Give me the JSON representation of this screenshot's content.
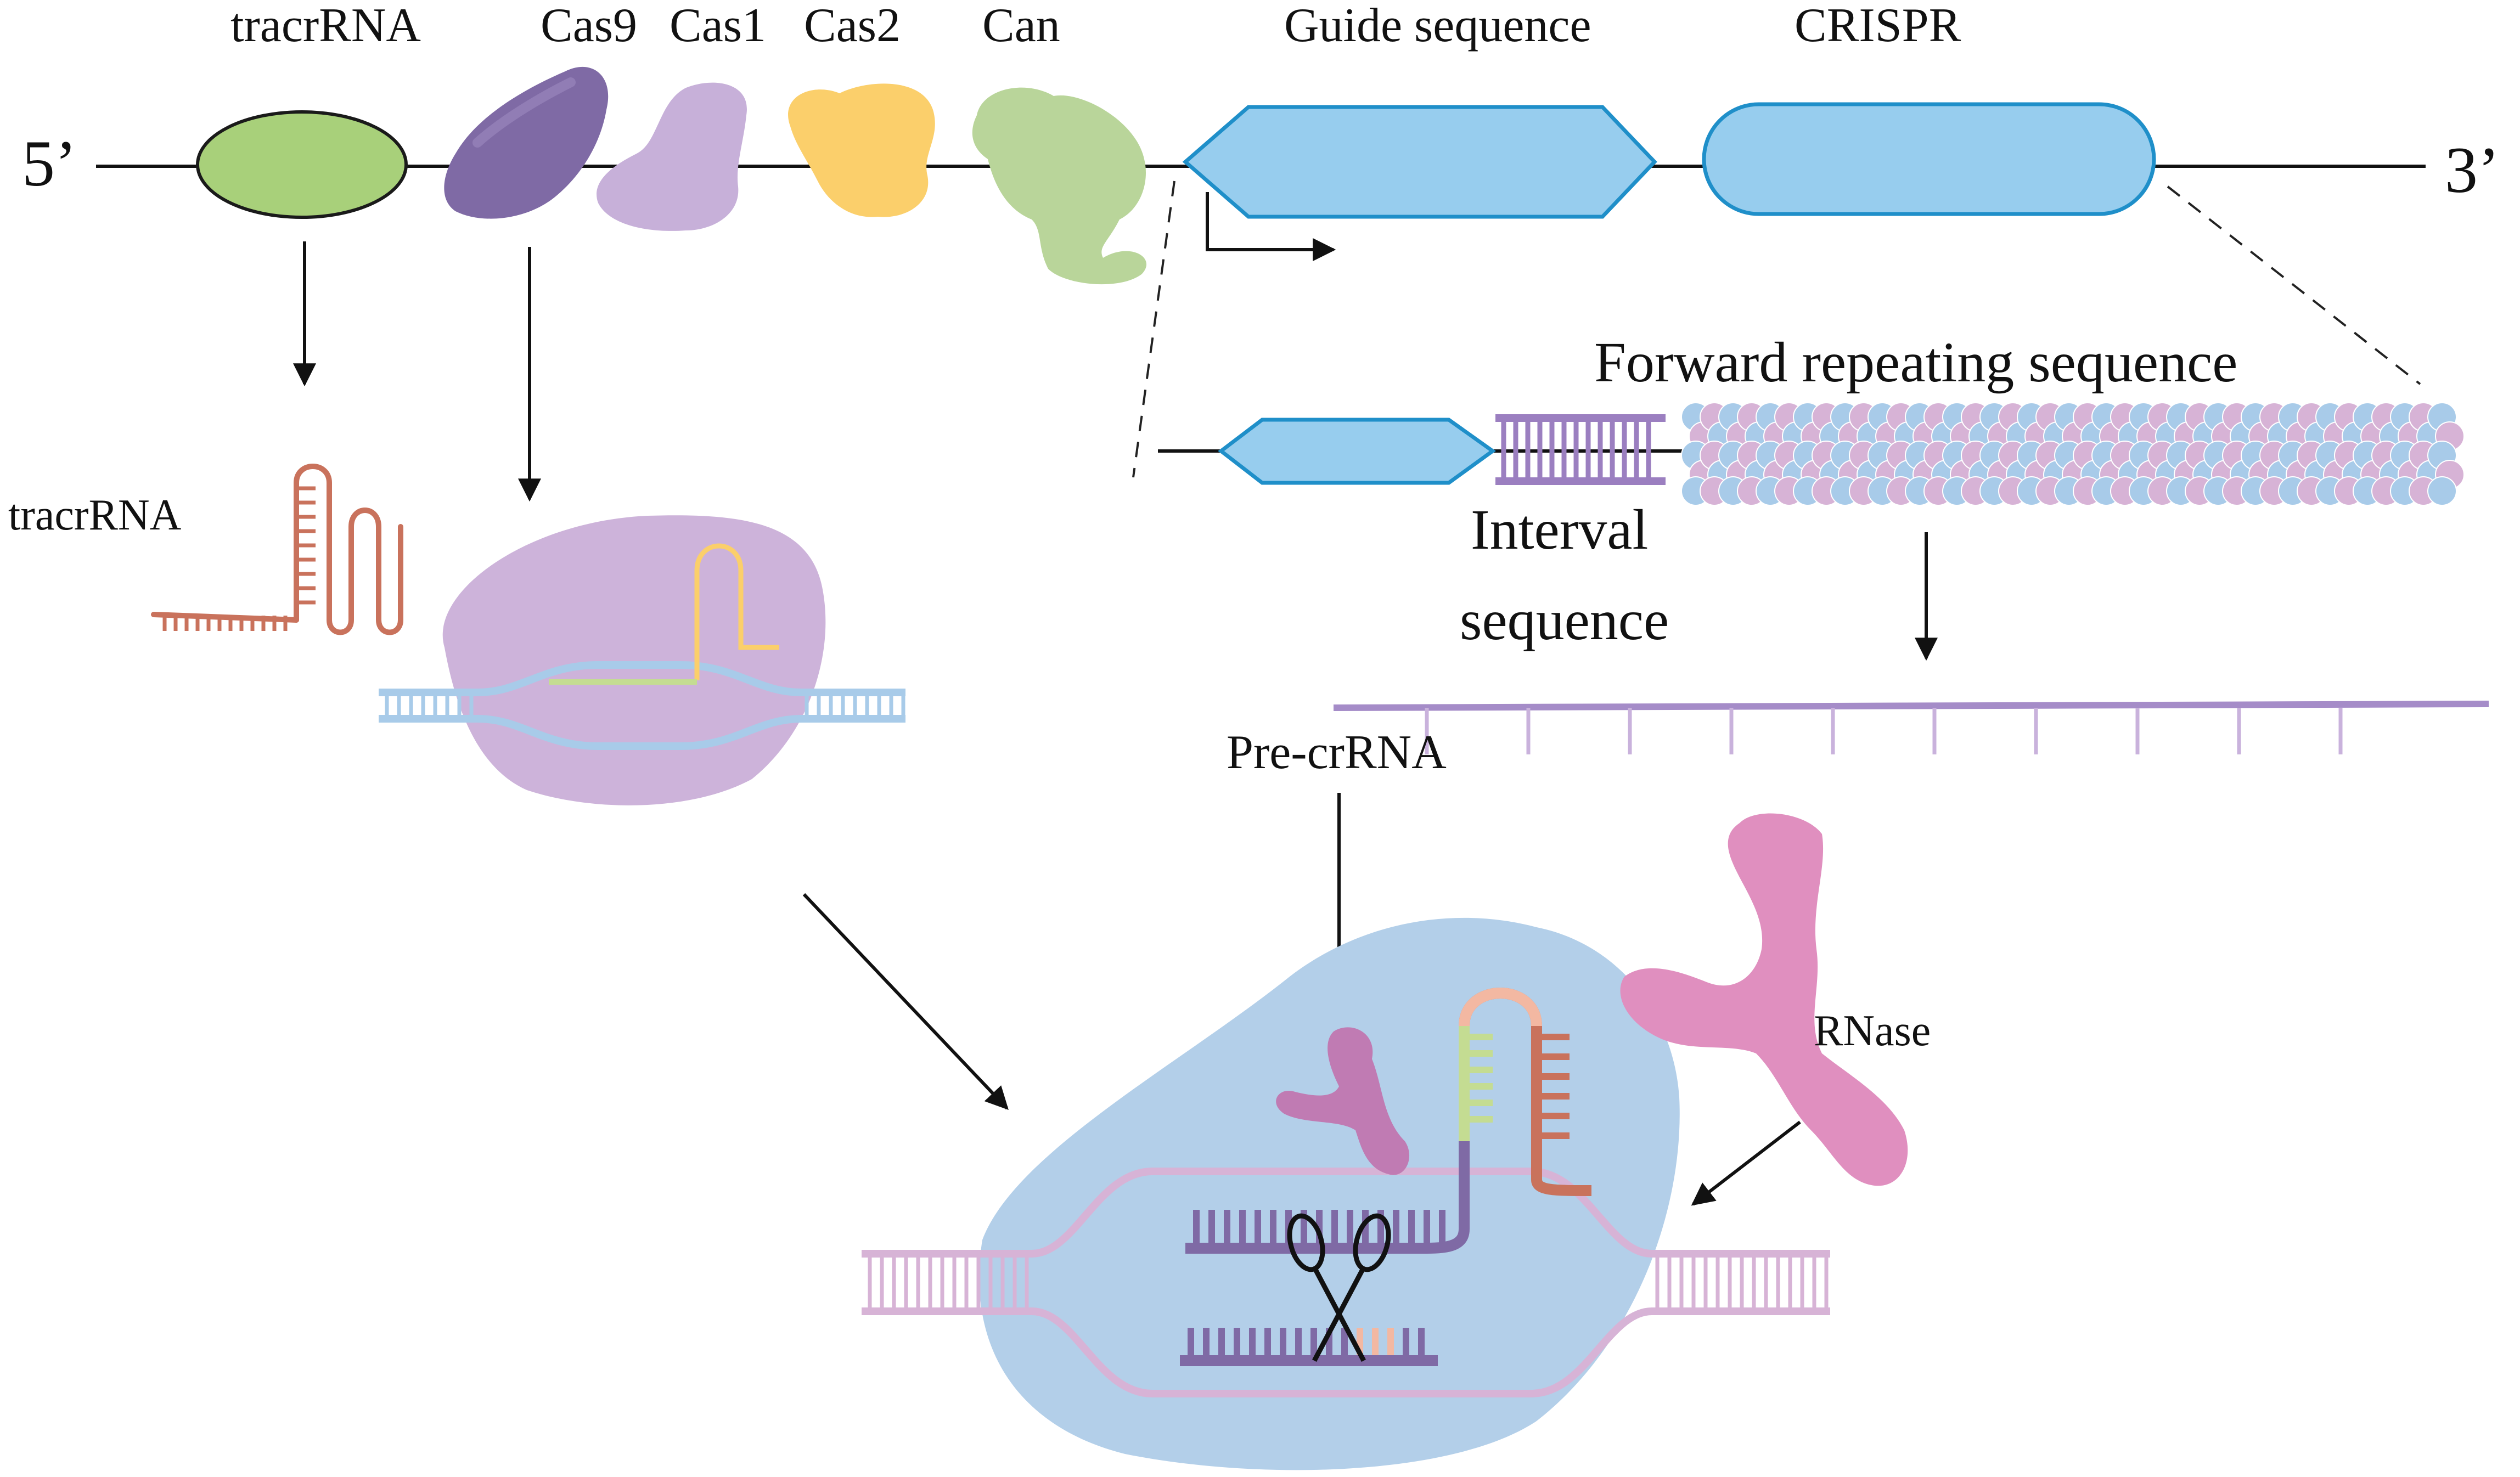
{
  "labels": {
    "five_prime": "5’",
    "three_prime": "3’",
    "tracrrna_gene": "tracrRNA",
    "cas9": "Cas9",
    "cas1": "Cas1",
    "cas2": "Cas2",
    "can": "Can",
    "guide_sequence": "Guide sequence",
    "crispr": "CRISPR",
    "forward_repeat": "Forward repeating sequence",
    "interval_line1": "Interval",
    "interval_line2": "sequence",
    "tracrrna_structure": "tracrRNA",
    "pre_crrna": "Pre-crRNA",
    "rnase": "RNase"
  },
  "colors": {
    "tracrrna_gene": "#a8d07a",
    "cas9": "#7f6aa5",
    "cas1": "#c7b0d9",
    "cas2": "#fbcf6b",
    "can": "#b9d59a",
    "guide_fill": "#97cdee",
    "guide_stroke": "#1f8fc9",
    "interval": "#9b7fc0",
    "precrrna": "#a58cc8",
    "tracrrna_rna": "#c9725c",
    "cas9_complex": "#cdb3da",
    "final_complex": "#b3cfe9",
    "dna_pink": "#d7b3d6",
    "dna_blue": "#a8cbe9",
    "rnase": "#e08fbf",
    "crrna_orange": "#f3b8a2",
    "crrna_green": "#c4dc92"
  }
}
